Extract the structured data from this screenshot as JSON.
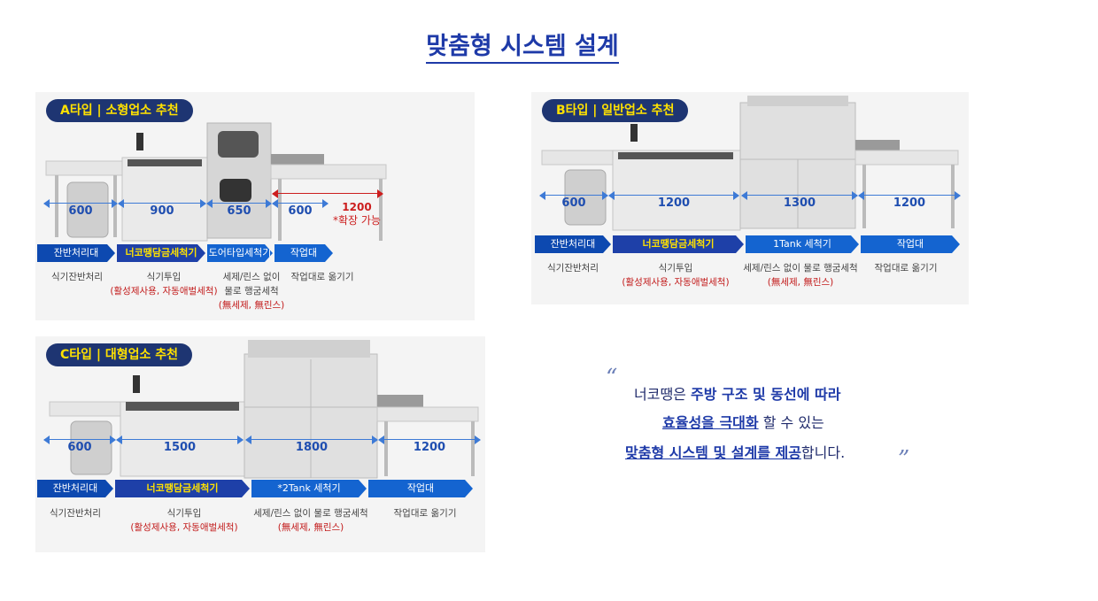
{
  "title": "맞춤형 시스템 설계",
  "types": [
    {
      "badge": "A타입 | 소형업소 추천",
      "dims": [
        "600",
        "900",
        "650",
        "600"
      ],
      "ext_dim": "1200",
      "ext_note": "*확장 가능",
      "steps": [
        "잔반처리대",
        "너코땡담금세척기",
        "도어타입세척기",
        "작업대"
      ],
      "desc": [
        {
          "line1": "식기잔반처리",
          "red1": "",
          "red2": ""
        },
        {
          "line1": "식기투입",
          "red1": "(활성제사용, 자동애벌세척)",
          "red2": ""
        },
        {
          "line1": "세제/린스 없이",
          "line2": "물로 행굼세척",
          "red1": "(無세제, 無린스)",
          "red2": ""
        },
        {
          "line1": "작업대로 옮기기",
          "red1": "",
          "red2": ""
        }
      ]
    },
    {
      "badge": "B타입 | 일반업소 추천",
      "dims": [
        "600",
        "1200",
        "1300",
        "1200"
      ],
      "steps": [
        "잔반처리대",
        "너코땡담금세척기",
        "1Tank 세척기",
        "작업대"
      ],
      "desc": [
        {
          "line1": "식기잔반처리",
          "red1": ""
        },
        {
          "line1": "식기투입",
          "red1": "(활성제사용, 자동애벌세척)"
        },
        {
          "line1": "세제/린스 없이 물로 행굼세척",
          "red1": "(無세제, 無린스)"
        },
        {
          "line1": "작업대로 옮기기",
          "red1": ""
        }
      ]
    },
    {
      "badge": "C타입 | 대형업소 추천",
      "dims": [
        "600",
        "1500",
        "1800",
        "1200"
      ],
      "steps": [
        "잔반처리대",
        "너코땡담금세척기",
        "*2Tank 세척기",
        "작업대"
      ],
      "desc": [
        {
          "line1": "식기잔반처리",
          "red1": ""
        },
        {
          "line1": "식기투입",
          "red1": "(활성제사용, 자동애벌세척)"
        },
        {
          "line1": "세제/린스 없이 물로 행굼세척",
          "red1": "(無세제, 無린스)"
        },
        {
          "line1": "작업대로 옮기기",
          "red1": ""
        }
      ]
    }
  ],
  "quote": {
    "l1a": "너코땡은 ",
    "l1b": "주방 구조 및 동선에 따라",
    "l2a": "효율성을 극대화",
    "l2b": "할 수 있는",
    "l3a": "맞춤형 시스템 및 설계를 제공",
    "l3b": "합니다.",
    "open": "“",
    "close": "”"
  },
  "colors": {
    "navy": "#1e3572",
    "blue": "#1464d0",
    "yellow": "#ffe100",
    "red": "#cc1e1e"
  }
}
